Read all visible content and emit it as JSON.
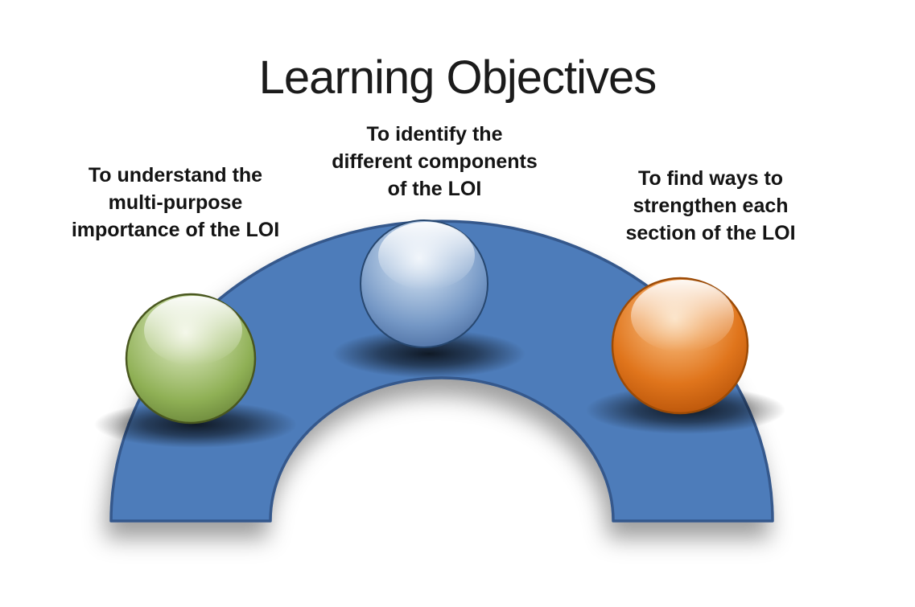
{
  "slide": {
    "title": "Learning Objectives",
    "title_color": "#1b1b1b",
    "text_color": "#141414",
    "background_color": "#ffffff"
  },
  "objectives": [
    {
      "position": "left",
      "lines": [
        "To understand the",
        "multi-purpose",
        "importance of the LOI"
      ],
      "sphere": {
        "name": "green",
        "highlight": "#eef3de",
        "mid": "#b9cf90",
        "base": "#8fb055",
        "dark": "#647f36",
        "outline": "#49571f"
      }
    },
    {
      "position": "center",
      "lines": [
        "To identify the",
        "different components",
        "of the LOI"
      ],
      "sphere": {
        "name": "blue",
        "highlight": "#eaf1f9",
        "mid": "#a9c1de",
        "base": "#7497c5",
        "dark": "#47699d",
        "outline": "#27476f"
      }
    },
    {
      "position": "right",
      "lines": [
        "To find ways to",
        "strengthen each",
        "section of the LOI"
      ],
      "sphere": {
        "name": "orange",
        "highlight": "#fad7ae",
        "mid": "#efa159",
        "base": "#e0751c",
        "dark": "#b34f06",
        "outline": "#9c4a05"
      }
    }
  ],
  "arch": {
    "fill": "#4d7cba",
    "stroke": "#36598c",
    "shadow_color": "#000000"
  }
}
